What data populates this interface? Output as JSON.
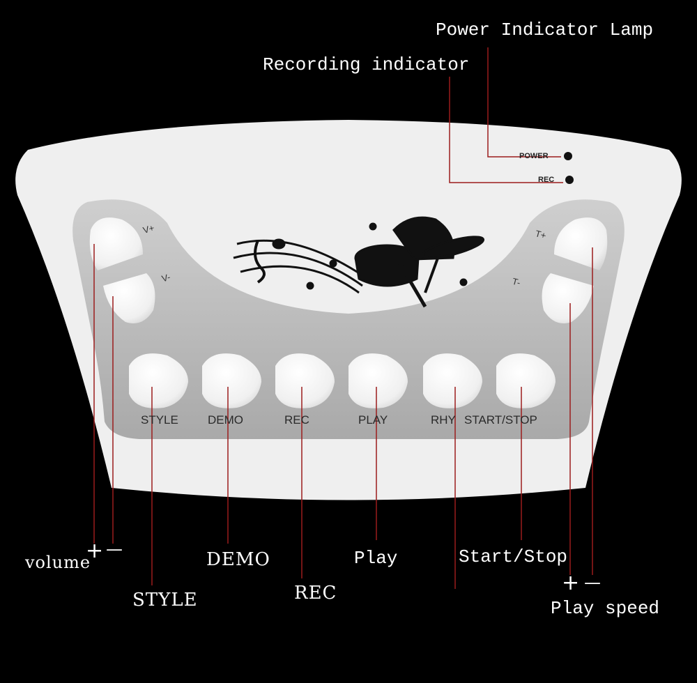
{
  "callouts": {
    "power_indicator": "Power Indicator Lamp",
    "recording_indicator": "Recording indicator",
    "volume": "volume",
    "volume_plus": "+",
    "volume_minus": "—",
    "demo": "DEMO",
    "play": "Play",
    "start_stop": "Start/Stop",
    "style": "STYLE",
    "rec": "REC",
    "play_speed": "Play speed",
    "speed_plus": "+",
    "speed_minus": "—"
  },
  "panel": {
    "power_label": "POWER",
    "rec_indicator_label": "REC",
    "v_plus": "V+",
    "v_minus": "V-",
    "t_plus": "T+",
    "t_minus": "T-",
    "buttons": [
      "STYLE",
      "DEMO",
      "REC",
      "PLAY",
      "RHY",
      "START/STOP"
    ]
  },
  "colors": {
    "background": "#000000",
    "panel": "#efefef",
    "tray": "#b9b9b9",
    "leader_line": "#9b1c1c"
  }
}
